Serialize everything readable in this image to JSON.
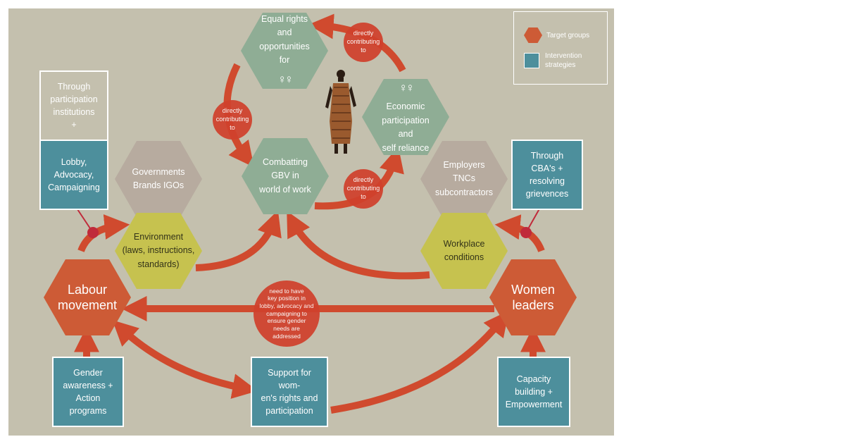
{
  "legend": {
    "target_groups": "Target groups",
    "intervention_strategies_1": "Intervention",
    "intervention_strategies_2": "strategies"
  },
  "hexes": {
    "equal_rights": [
      "Equal rights",
      "and opportunities",
      "for"
    ],
    "economic": [
      "Economic",
      "participation and",
      "self reliance"
    ],
    "gbv": [
      "Combatting",
      "GBV in",
      "world of work"
    ],
    "governments": [
      "Governments",
      "Brands IGOs"
    ],
    "environment": [
      "Environment",
      "(laws, instructions,",
      "standards)"
    ],
    "employers": [
      "Employers",
      "TNCs",
      "subcontractors"
    ],
    "workplace": [
      "Workplace",
      "conditions"
    ],
    "labour": [
      "Labour",
      "movement"
    ],
    "women": [
      "Women",
      "leaders"
    ]
  },
  "symbols": {
    "venus_pair": "♀♀"
  },
  "boxes": {
    "participation": [
      "Through",
      "participation",
      "institutions",
      "+"
    ],
    "lobby": [
      "Lobby,",
      "Advocacy,",
      "Campaigning"
    ],
    "cba": [
      "Through",
      "CBA's +",
      "resolving",
      "grievences"
    ],
    "gender": [
      "Gender",
      "awareness +",
      "Action",
      "programs"
    ],
    "support": [
      "Support for wom-",
      "en's rights and",
      "participation"
    ],
    "capacity": [
      "Capacity",
      "building +",
      "Empowerment"
    ]
  },
  "circles": {
    "directly": [
      "directly",
      "contributing",
      "to"
    ],
    "key_position": [
      "need to have",
      "key position in",
      "lobby, advocacy and",
      "campaigning to",
      "ensure gender",
      "needs are",
      "addressed"
    ]
  },
  "colors": {
    "background": "#c4c0ae",
    "arrow": "#d04a2e",
    "target_group": "#cd5b36",
    "intervention": "#4d8f9c",
    "outcome": "#8fad95",
    "actor": "#b7ab9f",
    "condition": "#c6c24f"
  }
}
